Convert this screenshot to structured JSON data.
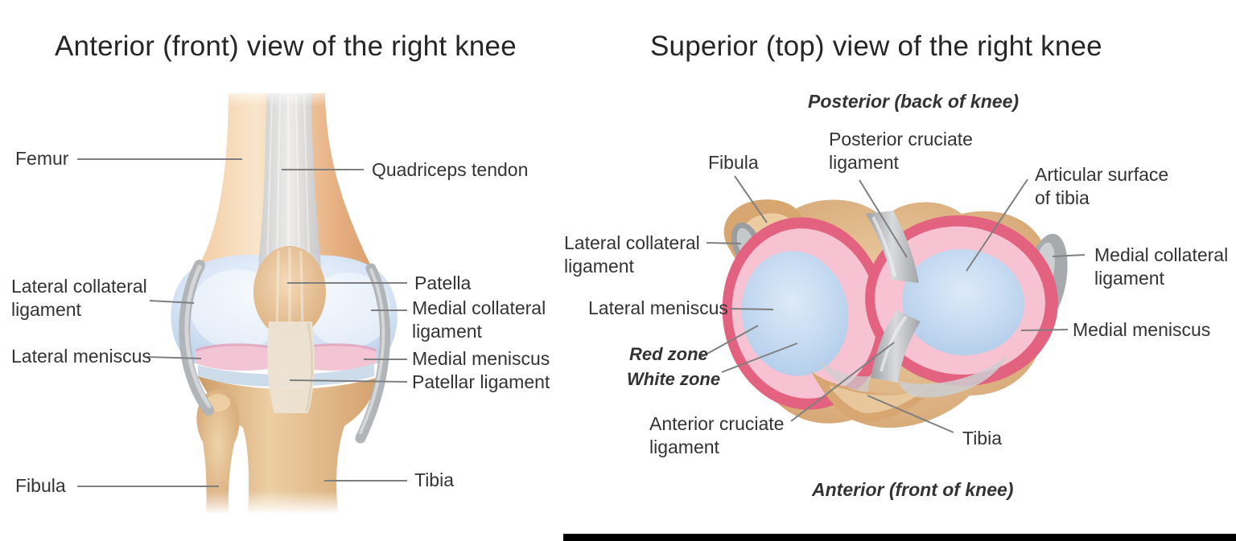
{
  "left_panel": {
    "title": "Anterior (front) view of the right knee",
    "labels": [
      {
        "id": "femur",
        "text": "Femur"
      },
      {
        "id": "quadriceps-tendon",
        "text": "Quadriceps tendon"
      },
      {
        "id": "lateral-collateral-ligament",
        "text": "Lateral collateral\nligament"
      },
      {
        "id": "lateral-meniscus",
        "text": "Lateral meniscus"
      },
      {
        "id": "fibula",
        "text": "Fibula"
      },
      {
        "id": "patella",
        "text": "Patella"
      },
      {
        "id": "medial-collateral-ligament",
        "text": "Medial collateral\nligament"
      },
      {
        "id": "medial-meniscus",
        "text": "Medial meniscus"
      },
      {
        "id": "patellar-ligament",
        "text": "Patellar ligament"
      },
      {
        "id": "tibia",
        "text": "Tibia"
      }
    ]
  },
  "right_panel": {
    "title": "Superior (top) view of the right knee",
    "orientation_top": "Posterior (back of knee)",
    "orientation_bottom": "Anterior (front of knee)",
    "labels": [
      {
        "id": "fibula",
        "text": "Fibula"
      },
      {
        "id": "posterior-cruciate-ligament",
        "text": "Posterior cruciate\nligament"
      },
      {
        "id": "articular-surface-of-tibia",
        "text": "Articular surface\nof tibia"
      },
      {
        "id": "lateral-collateral-ligament",
        "text": "Lateral collateral\nligament"
      },
      {
        "id": "medial-collateral-ligament",
        "text": "Medial collateral\nligament"
      },
      {
        "id": "lateral-meniscus",
        "text": "Lateral meniscus"
      },
      {
        "id": "red-zone",
        "text": "Red zone"
      },
      {
        "id": "white-zone",
        "text": "White zone"
      },
      {
        "id": "anterior-cruciate-ligament",
        "text": "Anterior cruciate\nligament"
      },
      {
        "id": "tibia",
        "text": "Tibia"
      },
      {
        "id": "medial-meniscus",
        "text": "Medial meniscus"
      }
    ]
  },
  "colors": {
    "background": "#ffffff",
    "title_text": "#262626",
    "label_text": "#333333",
    "leader_line": "#7f7f7f",
    "bone_tan": "#d7a671",
    "bone_peach": "#f2c89f",
    "cartilage_blue": "#c2d8f0",
    "meniscus_pink": "#f7c3d3",
    "meniscus_red_rim": "#e2627f",
    "ligament_gray": "#b2b5b8",
    "tendon_cream": "#ece2d1",
    "bottom_bar": "#000000"
  }
}
